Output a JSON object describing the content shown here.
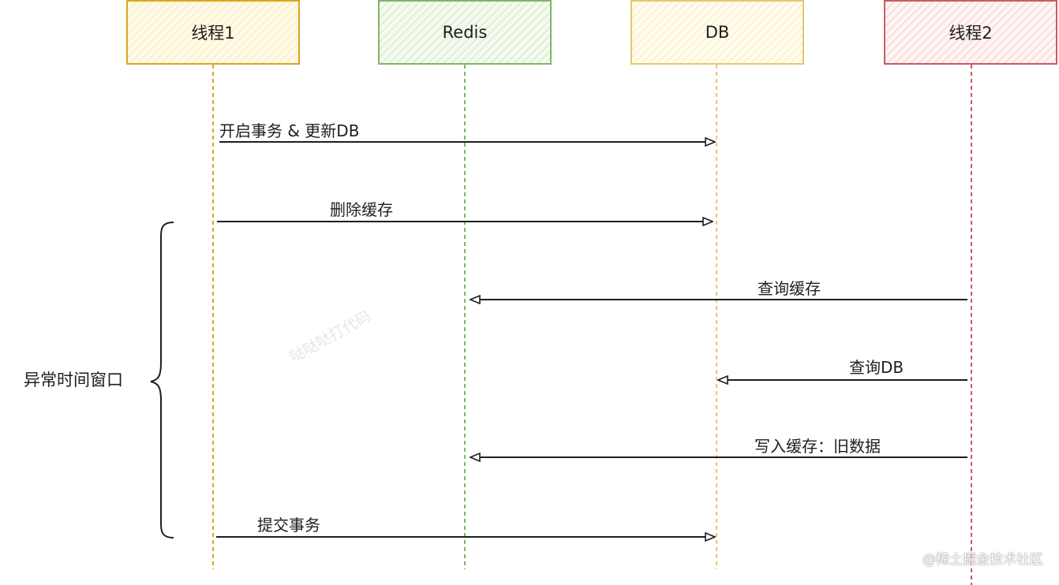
{
  "participants": [
    {
      "label": "线程1",
      "color": "#d7a61f"
    },
    {
      "label": "Redis",
      "color": "#7fb667"
    },
    {
      "label": "DB",
      "color": "#e6c76a"
    },
    {
      "label": "线程2",
      "color": "#c95b5f"
    }
  ],
  "messages": [
    {
      "from": "线程1",
      "to": "DB",
      "label": "开启事务 & 更新DB"
    },
    {
      "from": "线程1",
      "to": "DB",
      "label": "删除缓存"
    },
    {
      "from": "线程2",
      "to": "Redis",
      "label": "查询缓存"
    },
    {
      "from": "线程2",
      "to": "DB",
      "label": "查询DB"
    },
    {
      "from": "线程2",
      "to": "Redis",
      "label": "写入缓存：旧数据"
    },
    {
      "from": "线程1",
      "to": "DB",
      "label": "提交事务"
    }
  ],
  "window_label": "异常时间窗口",
  "watermark": "哒哒哒打代码",
  "footer": "@稀土掘金技术社区"
}
